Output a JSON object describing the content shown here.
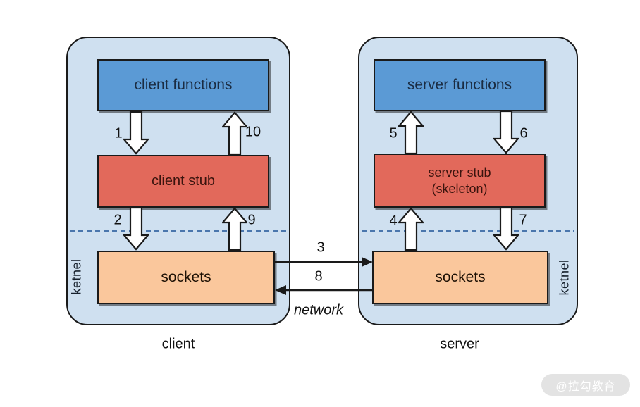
{
  "client_panel": {
    "label": "client",
    "kernel_label": "ketnel",
    "boxes": {
      "functions": "client functions",
      "stub": "client stub",
      "sockets": "sockets"
    },
    "steps": {
      "s1": "1",
      "s2": "2",
      "s9": "9",
      "s10": "10"
    }
  },
  "server_panel": {
    "label": "server",
    "kernel_label": "ketnel",
    "boxes": {
      "functions": "server functions",
      "stub_line1": "server stub",
      "stub_line2": "(skeleton)",
      "sockets": "sockets"
    },
    "steps": {
      "s4": "4",
      "s5": "5",
      "s6": "6",
      "s7": "7"
    }
  },
  "network_link": {
    "label": "network",
    "steps": {
      "s3": "3",
      "s8": "8"
    }
  },
  "watermark": "@拉勾教育",
  "colors": {
    "panel_fill": "#cfe0f0",
    "functions_fill": "#5b9ad5",
    "stub_fill": "#e2695b",
    "sockets_fill": "#fac79c",
    "dashed_line": "#4a76ad",
    "border": "#1a1a1a"
  }
}
